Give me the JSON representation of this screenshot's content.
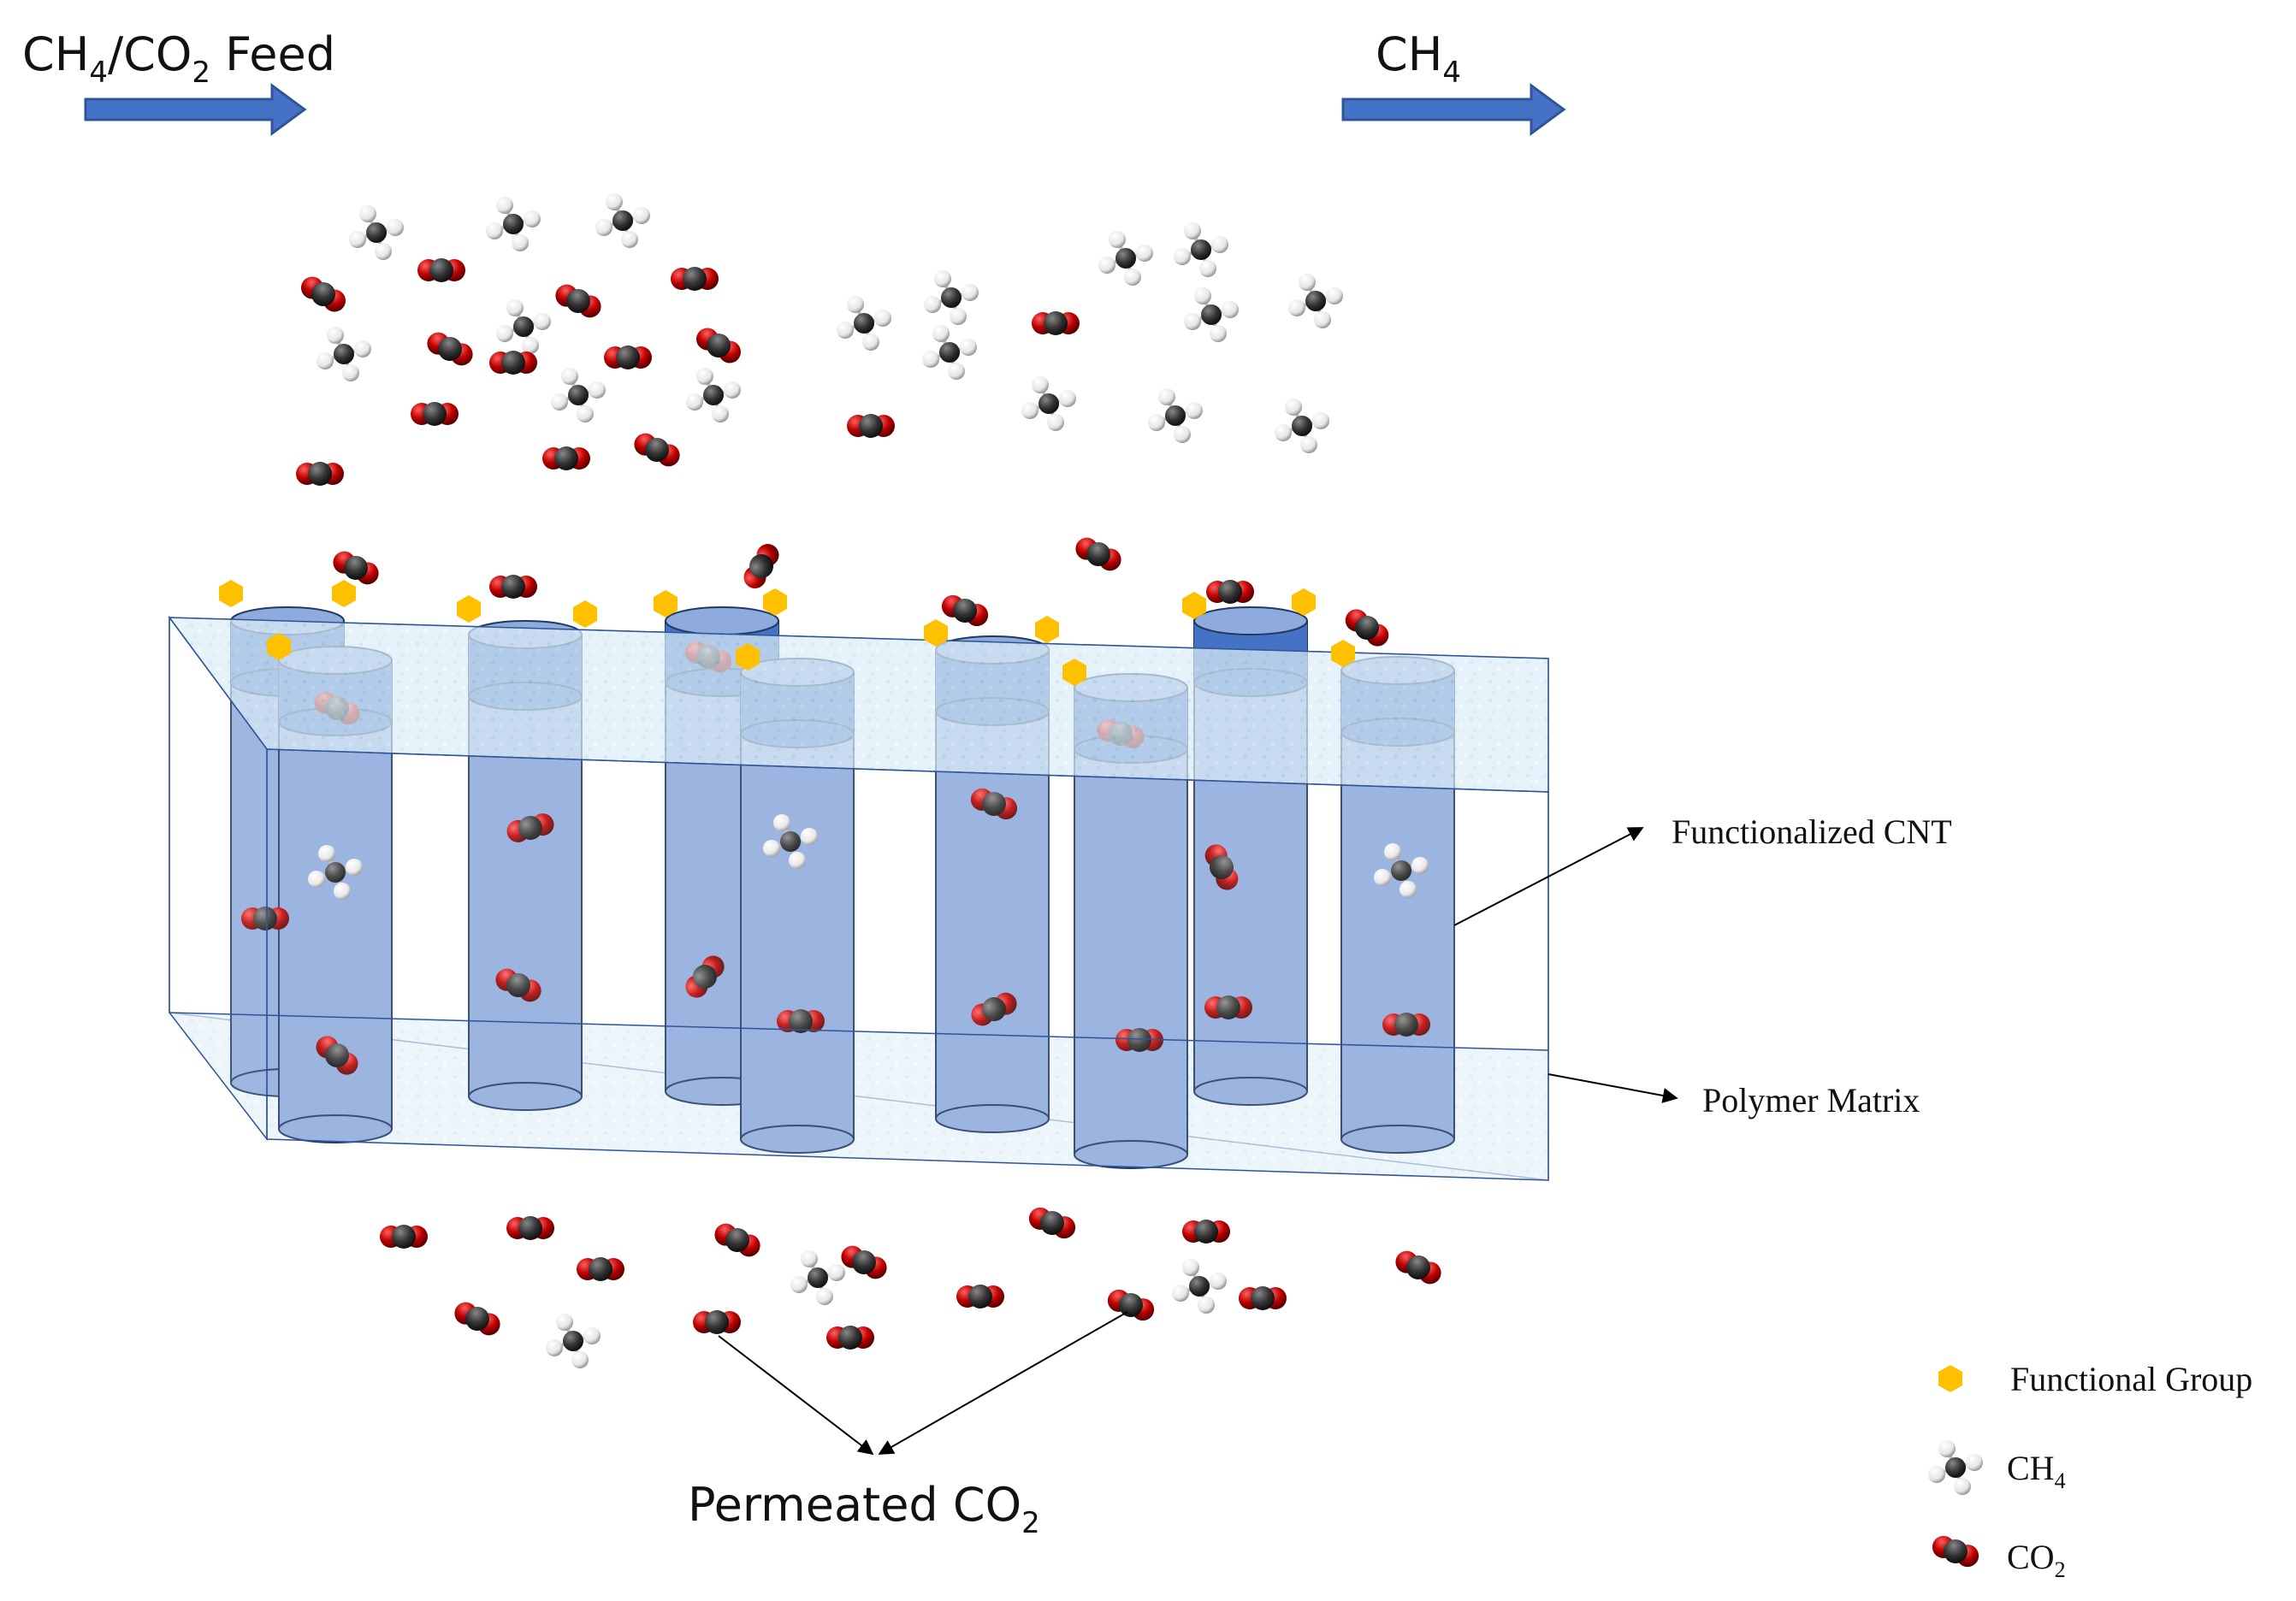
{
  "flow": {
    "feed": {
      "base": "CH",
      "s1": "4",
      "mid": "/CO",
      "s2": "2",
      "tail": " Feed"
    },
    "product": {
      "base": "CH",
      "s1": "4"
    },
    "permeate": {
      "base": "Permeated CO",
      "s1": "2"
    }
  },
  "callouts": {
    "cnt": "Functionalized CNT",
    "matrix": "Polymer Matrix"
  },
  "legend": {
    "functional_group": "Functional Group",
    "ch4": {
      "base": "CH",
      "s1": "4"
    },
    "co2": {
      "base": "CO",
      "s1": "2"
    }
  },
  "colors": {
    "arrow_blue": "#4472C4",
    "tube_front": "#8FAADC",
    "tube_top": "#4472C4",
    "functional_group": "#FFC000",
    "co2_oxygen": "#C00000",
    "carbon": "#333333",
    "hydrogen": "#F2F2F2",
    "membrane": "#DDEFF7"
  },
  "icons": [
    "flow-arrow-icon",
    "hexagon-icon",
    "ch4-molecule-icon",
    "co2-molecule-icon"
  ]
}
